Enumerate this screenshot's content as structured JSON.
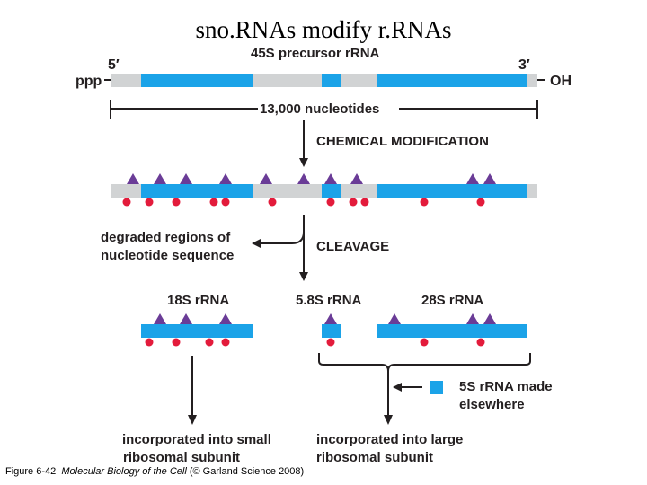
{
  "title": "sno.RNAs modify r.RNAs",
  "caption": {
    "prefix": "Figure 6-42",
    "book": "Molecular Biology of the Cell",
    "suffix": "(© Garland Science 2008)"
  },
  "diagram": {
    "precursor_label": "45S precursor rRNA",
    "five_prime": "5′",
    "three_prime": "3′",
    "ppp": "ppp",
    "oh": "OH",
    "length_label": "13,000 nucleotides",
    "step1": "CHEMICAL MODIFICATION",
    "step2": "CLEAVAGE",
    "degraded_line1": "degraded regions of",
    "degraded_line2": "nucleotide sequence",
    "product_18s": "18S rRNA",
    "product_58s": "5.8S rRNA",
    "product_28s": "28S rRNA",
    "fiveS_line1": "5S rRNA made",
    "fiveS_line2": "elsewhere",
    "small_line1": "incorporated into small",
    "small_line2": "ribosomal subunit",
    "large_line1": "incorporated into large",
    "large_line2": "ribosomal subunit"
  },
  "colors": {
    "rrna": "#1ba3e8",
    "spacer": "#d1d3d4",
    "triangle": "#6a3c97",
    "dot": "#e31b3b",
    "line": "#231f20"
  }
}
